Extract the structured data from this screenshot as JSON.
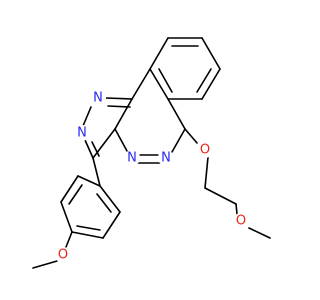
{
  "colors": {
    "bond": "#000000",
    "nitrogen": "#2a2af0",
    "oxygen": "#e8261c",
    "background": "#ffffff"
  },
  "atoms": {
    "n1": "N",
    "n2": "N",
    "n3": "N",
    "n4": "N",
    "o_ring": "O",
    "o_chain": "O",
    "o_phenyl": "O"
  }
}
